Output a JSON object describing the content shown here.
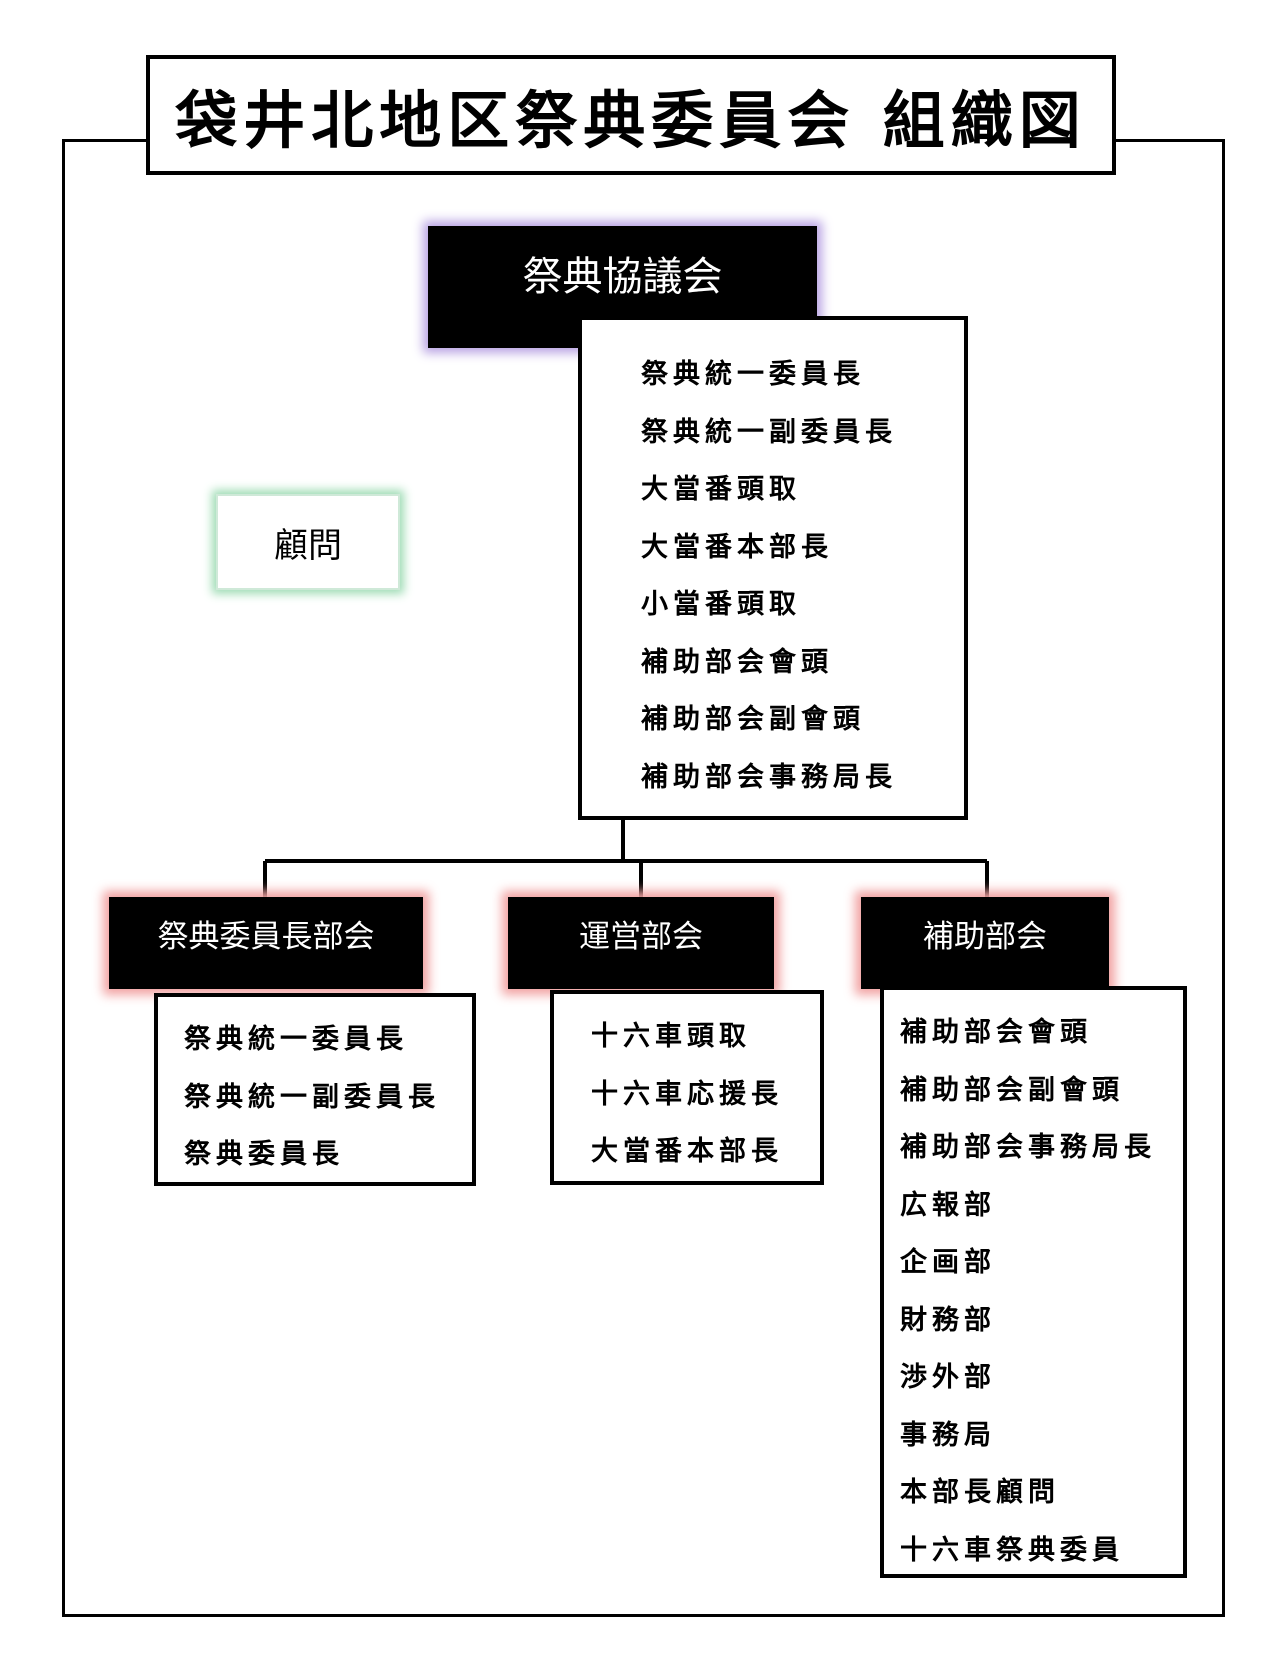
{
  "title": "袋井北地区祭典委員会 組織図",
  "council": {
    "label": "祭典協議会",
    "members": [
      "祭典統一委員長",
      "祭典統一副委員長",
      "大當番頭取",
      "大當番本部長",
      "小當番頭取",
      "補助部会會頭",
      "補助部会副會頭",
      "補助部会事務局長"
    ]
  },
  "advisor": {
    "label": "顧問"
  },
  "departments": [
    {
      "label": "祭典委員長部会",
      "members": [
        "祭典統一委員長",
        "祭典統一副委員長",
        "祭典委員長"
      ]
    },
    {
      "label": "運営部会",
      "members": [
        "十六車頭取",
        "十六車応援長",
        "大當番本部長"
      ]
    },
    {
      "label": "補助部会",
      "members": [
        "補助部会會頭",
        "補助部会副會頭",
        "補助部会事務局長",
        "広報部",
        "企画部",
        "財務部",
        "渉外部",
        "事務局",
        "本部長顧問",
        "十六車祭典委員"
      ]
    }
  ],
  "colors": {
    "council_glow": "#b9a3e3",
    "department_glow": "#f2a3a3",
    "advisor_glow": "#9fdcb5",
    "header_fill": "#000000",
    "header_text": "#ffffff"
  }
}
